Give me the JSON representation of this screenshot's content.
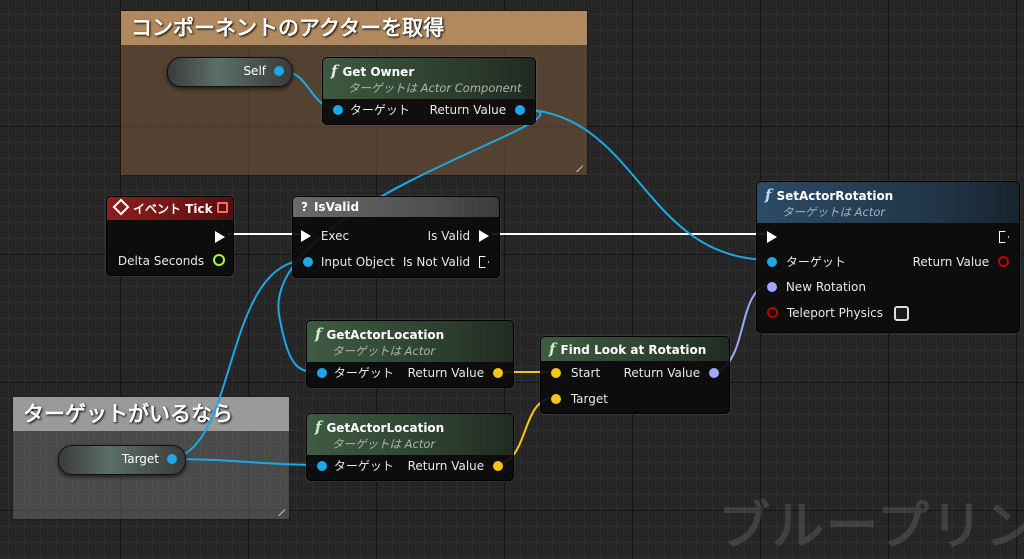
{
  "colors": {
    "object_pin": "#1ea7e8",
    "vector_pin": "#f5c518",
    "rotator_pin": "#9ea8ff",
    "float_pin": "#9bff3c",
    "bool_pin": "#c00000",
    "exec_pin": "#ffffff"
  },
  "comments": {
    "get_owner": "コンポーネントのアクターを取得",
    "if_target": "ターゲットがいるなら"
  },
  "variables": {
    "self_label": "Self",
    "target_label": "Target"
  },
  "get_owner": {
    "title": "Get Owner",
    "subtitle": "ターゲットは Actor Component",
    "in_target": "ターゲット",
    "out_return": "Return Value"
  },
  "event_tick": {
    "title": "イベント Tick",
    "delta": "Delta Seconds"
  },
  "is_valid": {
    "glyph": "?",
    "title": "IsValid",
    "exec": "Exec",
    "input_object": "Input Object",
    "is_valid": "Is Valid",
    "is_not_valid": "Is Not Valid"
  },
  "get_actor_location_1": {
    "title": "GetActorLocation",
    "subtitle": "ターゲットは Actor",
    "in_target": "ターゲット",
    "out_return": "Return Value"
  },
  "get_actor_location_2": {
    "title": "GetActorLocation",
    "subtitle": "ターゲットは Actor",
    "in_target": "ターゲット",
    "out_return": "Return Value"
  },
  "find_look_at": {
    "title": "Find Look at Rotation",
    "start": "Start",
    "target": "Target",
    "out_return": "Return Value"
  },
  "set_actor_rotation": {
    "title": "SetActorRotation",
    "subtitle": "ターゲットは Actor",
    "in_target": "ターゲット",
    "new_rotation": "New Rotation",
    "teleport": "Teleport Physics",
    "out_return": "Return Value"
  },
  "watermark": "ブループリン"
}
